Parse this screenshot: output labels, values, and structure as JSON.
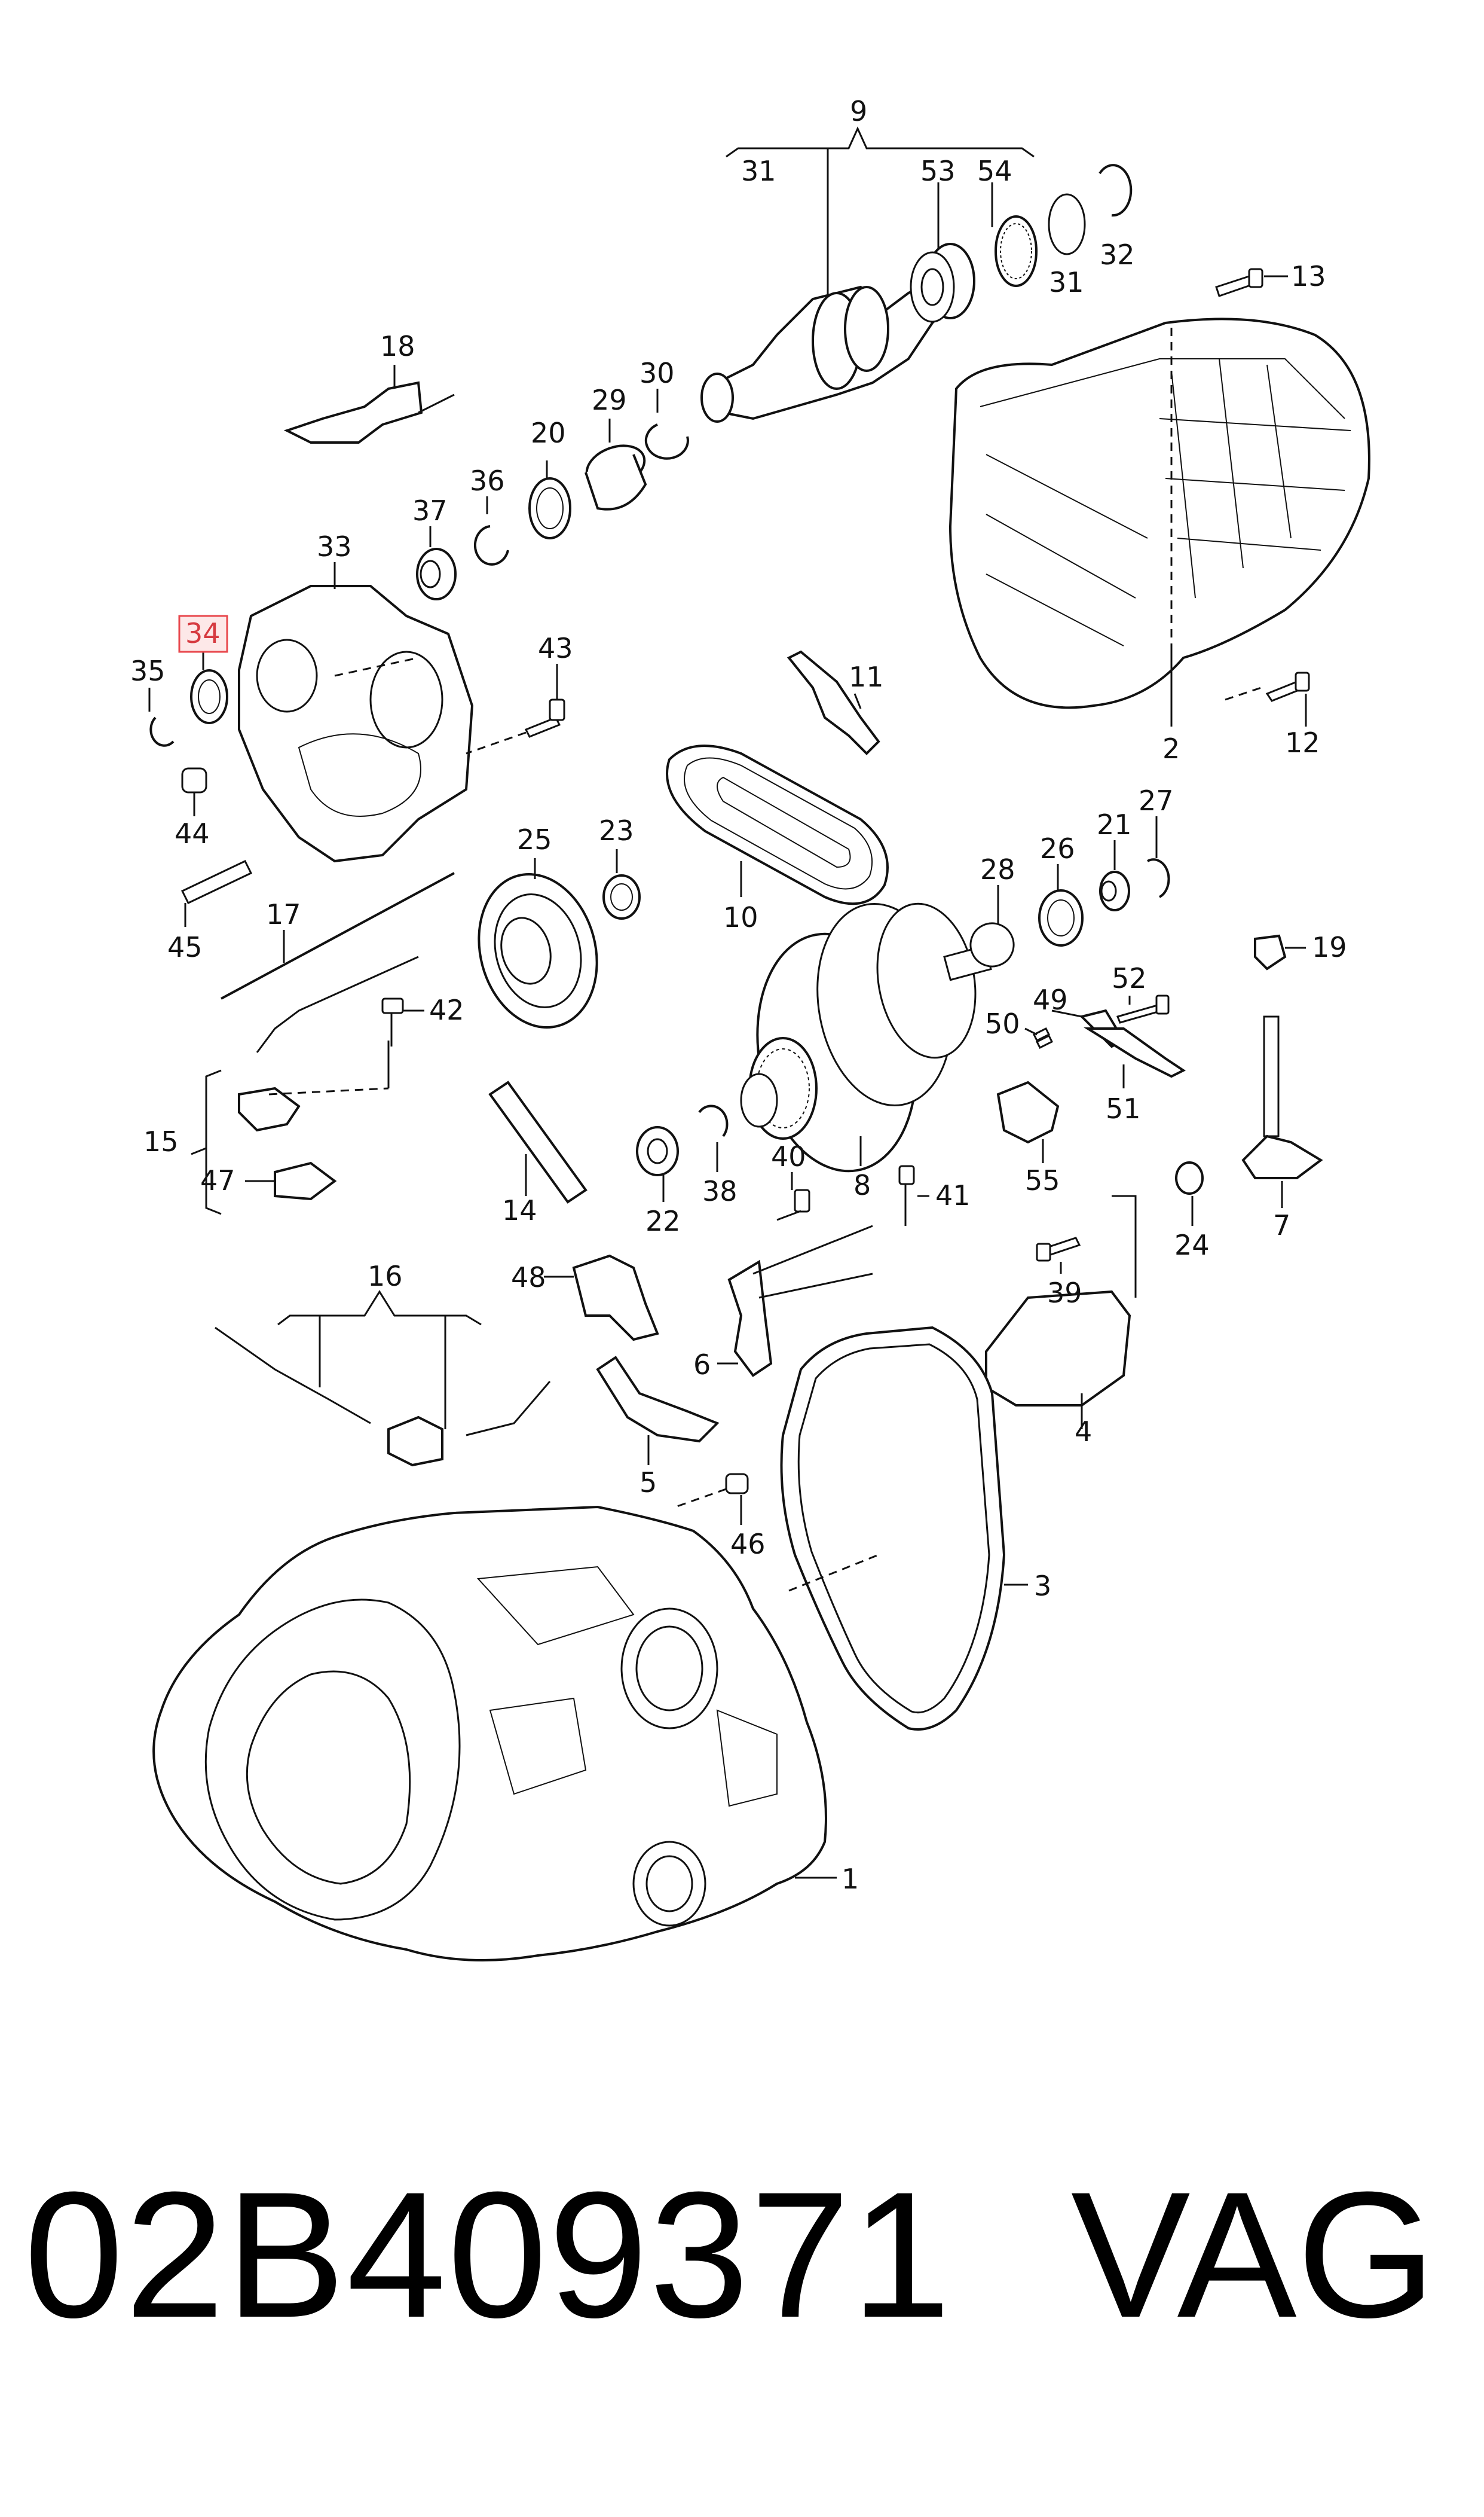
{
  "diagram": {
    "highlight_color": "#e8474c",
    "labels": {
      "n1": "1",
      "n2": "2",
      "n3": "3",
      "n4": "4",
      "n5": "5",
      "n6": "6",
      "n7": "7",
      "n8": "8",
      "n9": "9",
      "n10": "10",
      "n11": "11",
      "n12": "12",
      "n13": "13",
      "n14": "14",
      "n15": "15",
      "n16": "16",
      "n17": "17",
      "n18": "18",
      "n19": "19",
      "n20": "20",
      "n21": "21",
      "n22": "22",
      "n23": "23",
      "n24": "24",
      "n25": "25",
      "n26": "26",
      "n27": "27",
      "n28": "28",
      "n29": "29",
      "n30": "30",
      "n31a": "31",
      "n31b": "31",
      "n32": "32",
      "n33": "33",
      "n34": "34",
      "n35": "35",
      "n36": "36",
      "n37": "37",
      "n38": "38",
      "n39": "39",
      "n40": "40",
      "n41": "41",
      "n42": "42",
      "n43": "43",
      "n44": "44",
      "n45": "45",
      "n46": "46",
      "n47": "47",
      "n48": "48",
      "n49": "49",
      "n50": "50",
      "n51": "51",
      "n52": "52",
      "n53": "53",
      "n54": "54",
      "n55": "55"
    }
  },
  "footer": {
    "part_number": "02B409371",
    "brand": "VAG"
  }
}
